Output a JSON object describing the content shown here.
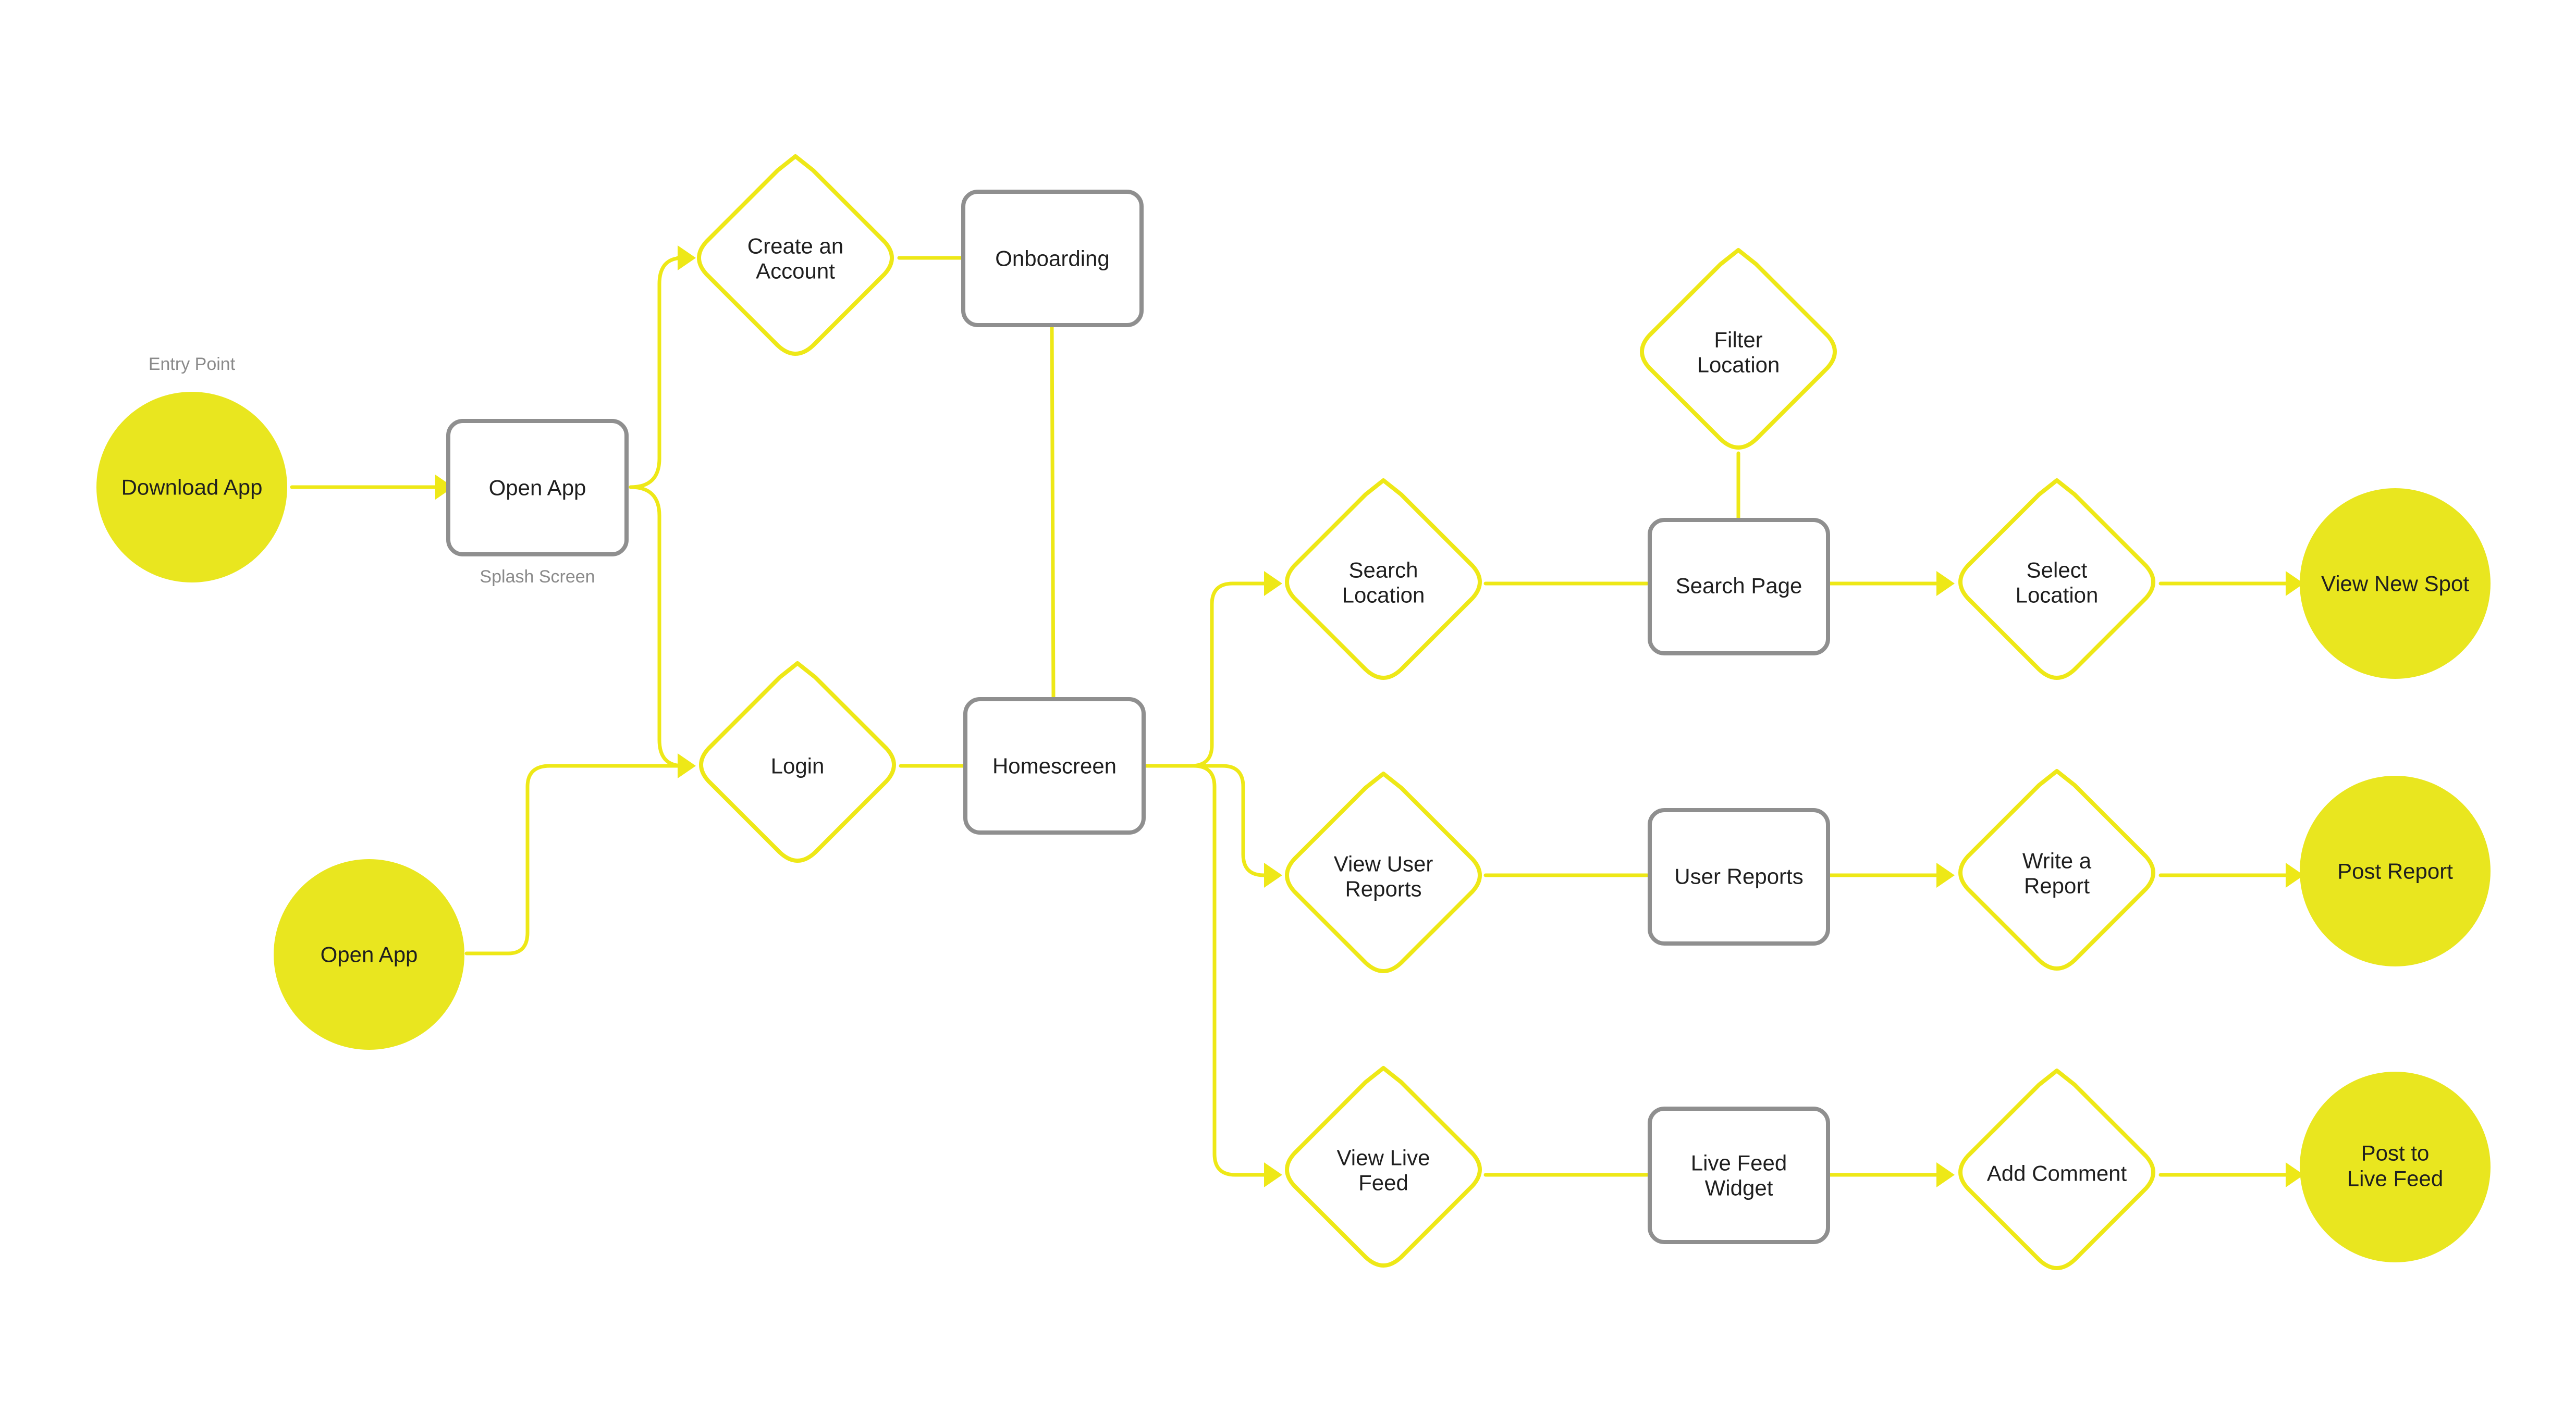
{
  "nodes": {
    "download_app": "Download App",
    "entry_open_app": "Open App",
    "open_app": "Open App",
    "create_account_1": "Create an",
    "create_account_2": "Account",
    "onboarding": "Onboarding",
    "login": "Login",
    "homescreen": "Homescreen",
    "filter_location_1": "Filter",
    "filter_location_2": "Location",
    "search_location_1": "Search",
    "search_location_2": "Location",
    "search_page": "Search Page",
    "select_location_1": "Select",
    "select_location_2": "Location",
    "view_new_spot": "View New Spot",
    "view_user_reports_1": "View User",
    "view_user_reports_2": "Reports",
    "user_reports": "User Reports",
    "write_report_1": "Write a",
    "write_report_2": "Report",
    "post_report": "Post Report",
    "view_live_feed_1": "View Live",
    "view_live_feed_2": "Feed",
    "live_feed_widget_1": "Live Feed",
    "live_feed_widget_2": "Widget",
    "add_comment": "Add Comment",
    "post_live_feed_1": "Post to",
    "post_live_feed_2": "Live Feed"
  },
  "captions": {
    "entry_point": "Entry Point",
    "splash_screen": "Splash Screen"
  },
  "colors": {
    "accent_yellow": "#eee817",
    "box_border_gray": "#8f8f8f"
  }
}
